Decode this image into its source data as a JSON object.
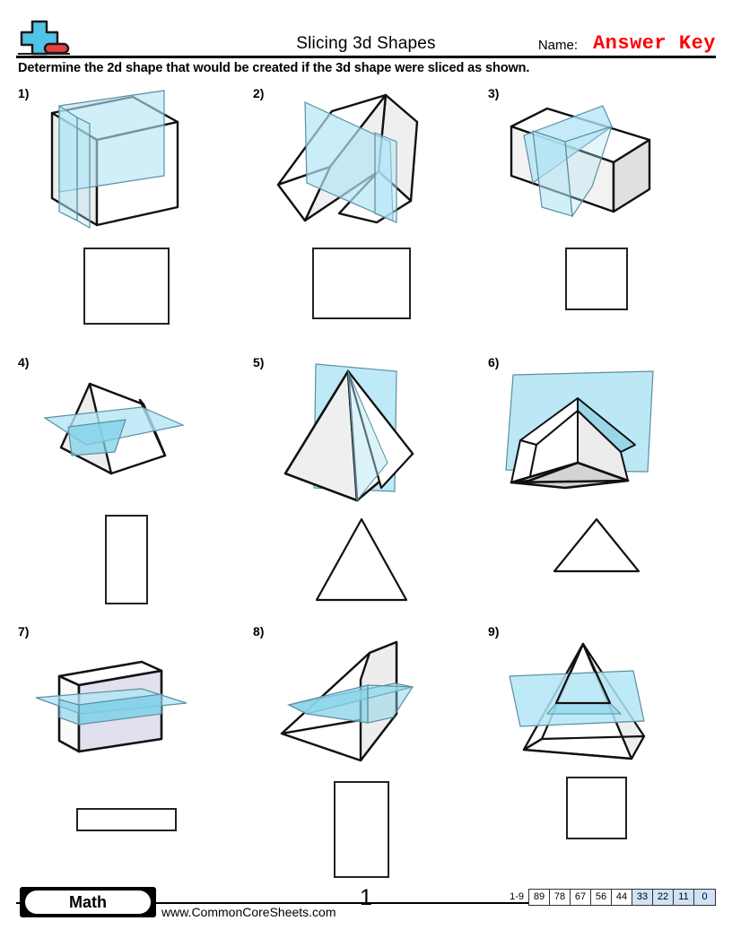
{
  "header": {
    "logo_icon": "plus-minus-logo-icon",
    "title": "Slicing 3d Shapes",
    "name_label": "Name:",
    "answer_key": "Answer Key",
    "instructions": "Determine the 2d shape that would be created if the 3d shape were sliced as shown."
  },
  "colors": {
    "plane_fill": "#b3e5f5",
    "plane_stroke": "#5a8fa0",
    "solid_light": "#f0f0f0",
    "solid_shade": "#d8d8d8",
    "solid_lavender": "#e2e0ee",
    "answer_red": "#ff0000",
    "scale_highlight": "#cfe2f7",
    "outline": "#111111"
  },
  "problems": [
    {
      "number": "1)",
      "solid": "cube",
      "slice": "vertical",
      "answer_shape": "square",
      "answer_width": 96,
      "answer_height": 86
    },
    {
      "number": "2)",
      "solid": "tilted-rectangular-prism",
      "slice": "vertical",
      "answer_shape": "rectangle",
      "answer_width": 110,
      "answer_height": 80
    },
    {
      "number": "3)",
      "solid": "long-rectangular-prism",
      "slice": "vertical",
      "answer_shape": "square",
      "answer_width": 70,
      "answer_height": 70
    },
    {
      "number": "4)",
      "solid": "triangular-prism",
      "slice": "horizontal",
      "answer_shape": "rectangle",
      "answer_width": 48,
      "answer_height": 100
    },
    {
      "number": "5)",
      "solid": "square-pyramid",
      "slice": "vertical-through-apex",
      "answer_shape": "triangle",
      "answer_width": 110,
      "answer_height": 100
    },
    {
      "number": "6)",
      "solid": "triangular-pyramid",
      "slice": "vertical",
      "answer_shape": "triangle",
      "answer_width": 104,
      "answer_height": 68
    },
    {
      "number": "7)",
      "solid": "rectangular-prism",
      "slice": "horizontal",
      "answer_shape": "rectangle",
      "answer_width": 112,
      "answer_height": 26
    },
    {
      "number": "8)",
      "solid": "slanted-triangular-prism",
      "slice": "horizontal",
      "answer_shape": "rectangle",
      "answer_width": 62,
      "answer_height": 108
    },
    {
      "number": "9)",
      "solid": "square-pyramid",
      "slice": "horizontal",
      "answer_shape": "square",
      "answer_width": 68,
      "answer_height": 70
    }
  ],
  "footer": {
    "subject_badge": "Math",
    "site_url": "www.CommonCoreSheets.com",
    "page_number": "1",
    "scale_label": "1-9",
    "scale_values": [
      "89",
      "78",
      "67",
      "56",
      "44",
      "33",
      "22",
      "11",
      "0"
    ],
    "scale_highlighted_from_index": 5
  }
}
